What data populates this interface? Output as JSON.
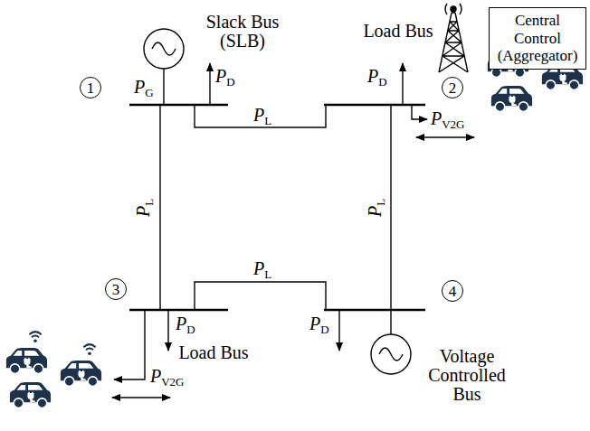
{
  "diagram": {
    "nodes": [
      {
        "text": [
          "Central Control (Aggregator)"
        ]
      },
      {
        "text": [
          "1"
        ]
      },
      {
        "text": [
          "2"
        ]
      },
      {
        "text": [
          "3"
        ]
      },
      {
        "text": [
          "4"
        ]
      }
    ],
    "labels": [
      "Slack Bus (SLB)",
      "PG",
      "PD",
      "PL",
      "PD",
      "Load Bus",
      "PV2G",
      "PL",
      "PL",
      "PL",
      "PD",
      "PD",
      "Load Bus",
      "PV2G",
      "Voltage Controlled Bus"
    ]
  }
}
